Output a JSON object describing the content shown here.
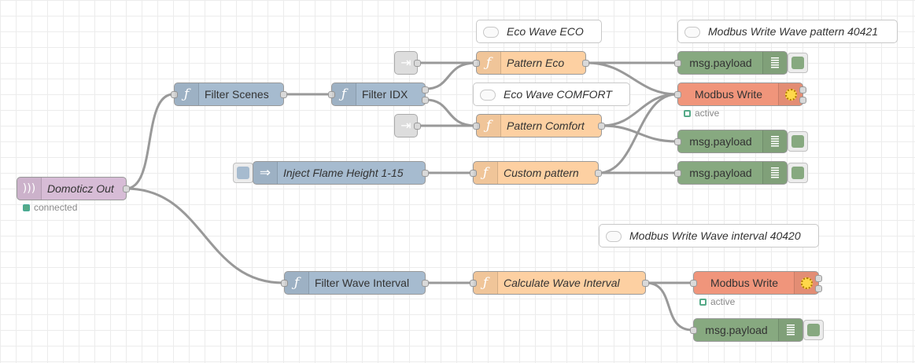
{
  "nodes": {
    "domoticz_out": {
      "label": "Domoticz Out",
      "status": "connected"
    },
    "filter_scenes": {
      "label": "Filter Scenes"
    },
    "filter_idx": {
      "label": "Filter IDX"
    },
    "pattern_eco": {
      "label": "Pattern Eco"
    },
    "pattern_comfort": {
      "label": "Pattern Comfort"
    },
    "custom_pattern": {
      "label": "Custom pattern"
    },
    "inject_flame": {
      "label": "Inject Flame Height 1-15"
    },
    "filter_wave_interval": {
      "label": "Filter Wave Interval"
    },
    "calculate_wave_interval": {
      "label": "Calculate Wave Interval"
    },
    "modbus_write_1": {
      "label": "Modbus Write",
      "status": "active"
    },
    "modbus_write_2": {
      "label": "Modbus Write",
      "status": "active"
    },
    "debug_1": {
      "label": "msg.payload"
    },
    "debug_2": {
      "label": "msg.payload"
    },
    "debug_3": {
      "label": "msg.payload"
    },
    "debug_4": {
      "label": "msg.payload"
    }
  },
  "comments": {
    "eco_wave_eco": "Eco Wave ECO",
    "eco_wave_comfort": "Eco Wave COMFORT",
    "modbus_pattern": "Modbus Write Wave pattern 40421",
    "modbus_interval": "Modbus Write Wave interval 40420"
  },
  "colors": {
    "function_node": "#fdd0a2",
    "link_function_node": "#a6bbcf",
    "domoticz_node": "#d7bcd6",
    "debug_node": "#87a980",
    "modbus_node": "#f0957b",
    "wire": "#999999"
  },
  "icons": {
    "function": "function-icon",
    "domoticz": "wifi-signal-icon",
    "inject": "arrow-right-icon",
    "link_in": "link-in-icon",
    "debug": "list-icon",
    "modbus": "gear-icon"
  }
}
